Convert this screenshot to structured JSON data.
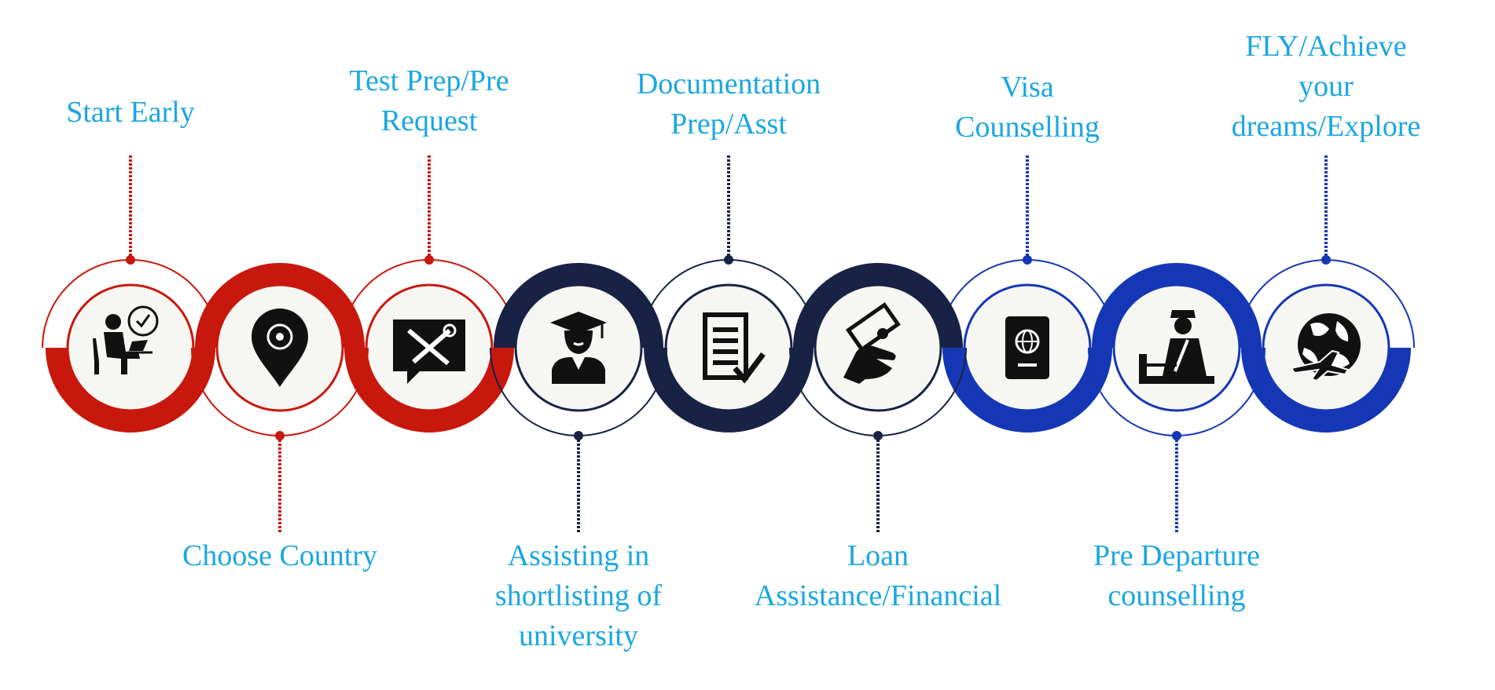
{
  "colors": {
    "red": "#c8180d",
    "navy": "#182244",
    "blue": "#1537b5",
    "label": "#1aa7e1",
    "icon": "#111111",
    "inner_fill": "#f6f6f2"
  },
  "steps": [
    {
      "label": "Start Early",
      "icon": "person-at-laptop-with-clock-icon",
      "color": "red"
    },
    {
      "label": "Choose Country",
      "icon": "location-pin-icon",
      "color": "red"
    },
    {
      "label": "Test Prep/Pre\nRequest",
      "icon": "tools-chat-bubble-icon",
      "color": "red"
    },
    {
      "label": "Assisting in\nshortlisting of\nuniversity",
      "icon": "graduate-icon",
      "color": "navy"
    },
    {
      "label": "Documentation\nPrep/Asst",
      "icon": "document-check-icon",
      "color": "navy"
    },
    {
      "label": "Loan\nAssistance/Financial",
      "icon": "hand-with-money-icon",
      "color": "navy"
    },
    {
      "label": "Visa\nCounselling",
      "icon": "passport-icon",
      "color": "blue"
    },
    {
      "label": "Pre Departure\ncounselling",
      "icon": "immigration-officer-icon",
      "color": "blue"
    },
    {
      "label": "FLY/Achieve\nyour\ndreams/Explore",
      "icon": "globe-airplane-icon",
      "color": "blue"
    }
  ]
}
